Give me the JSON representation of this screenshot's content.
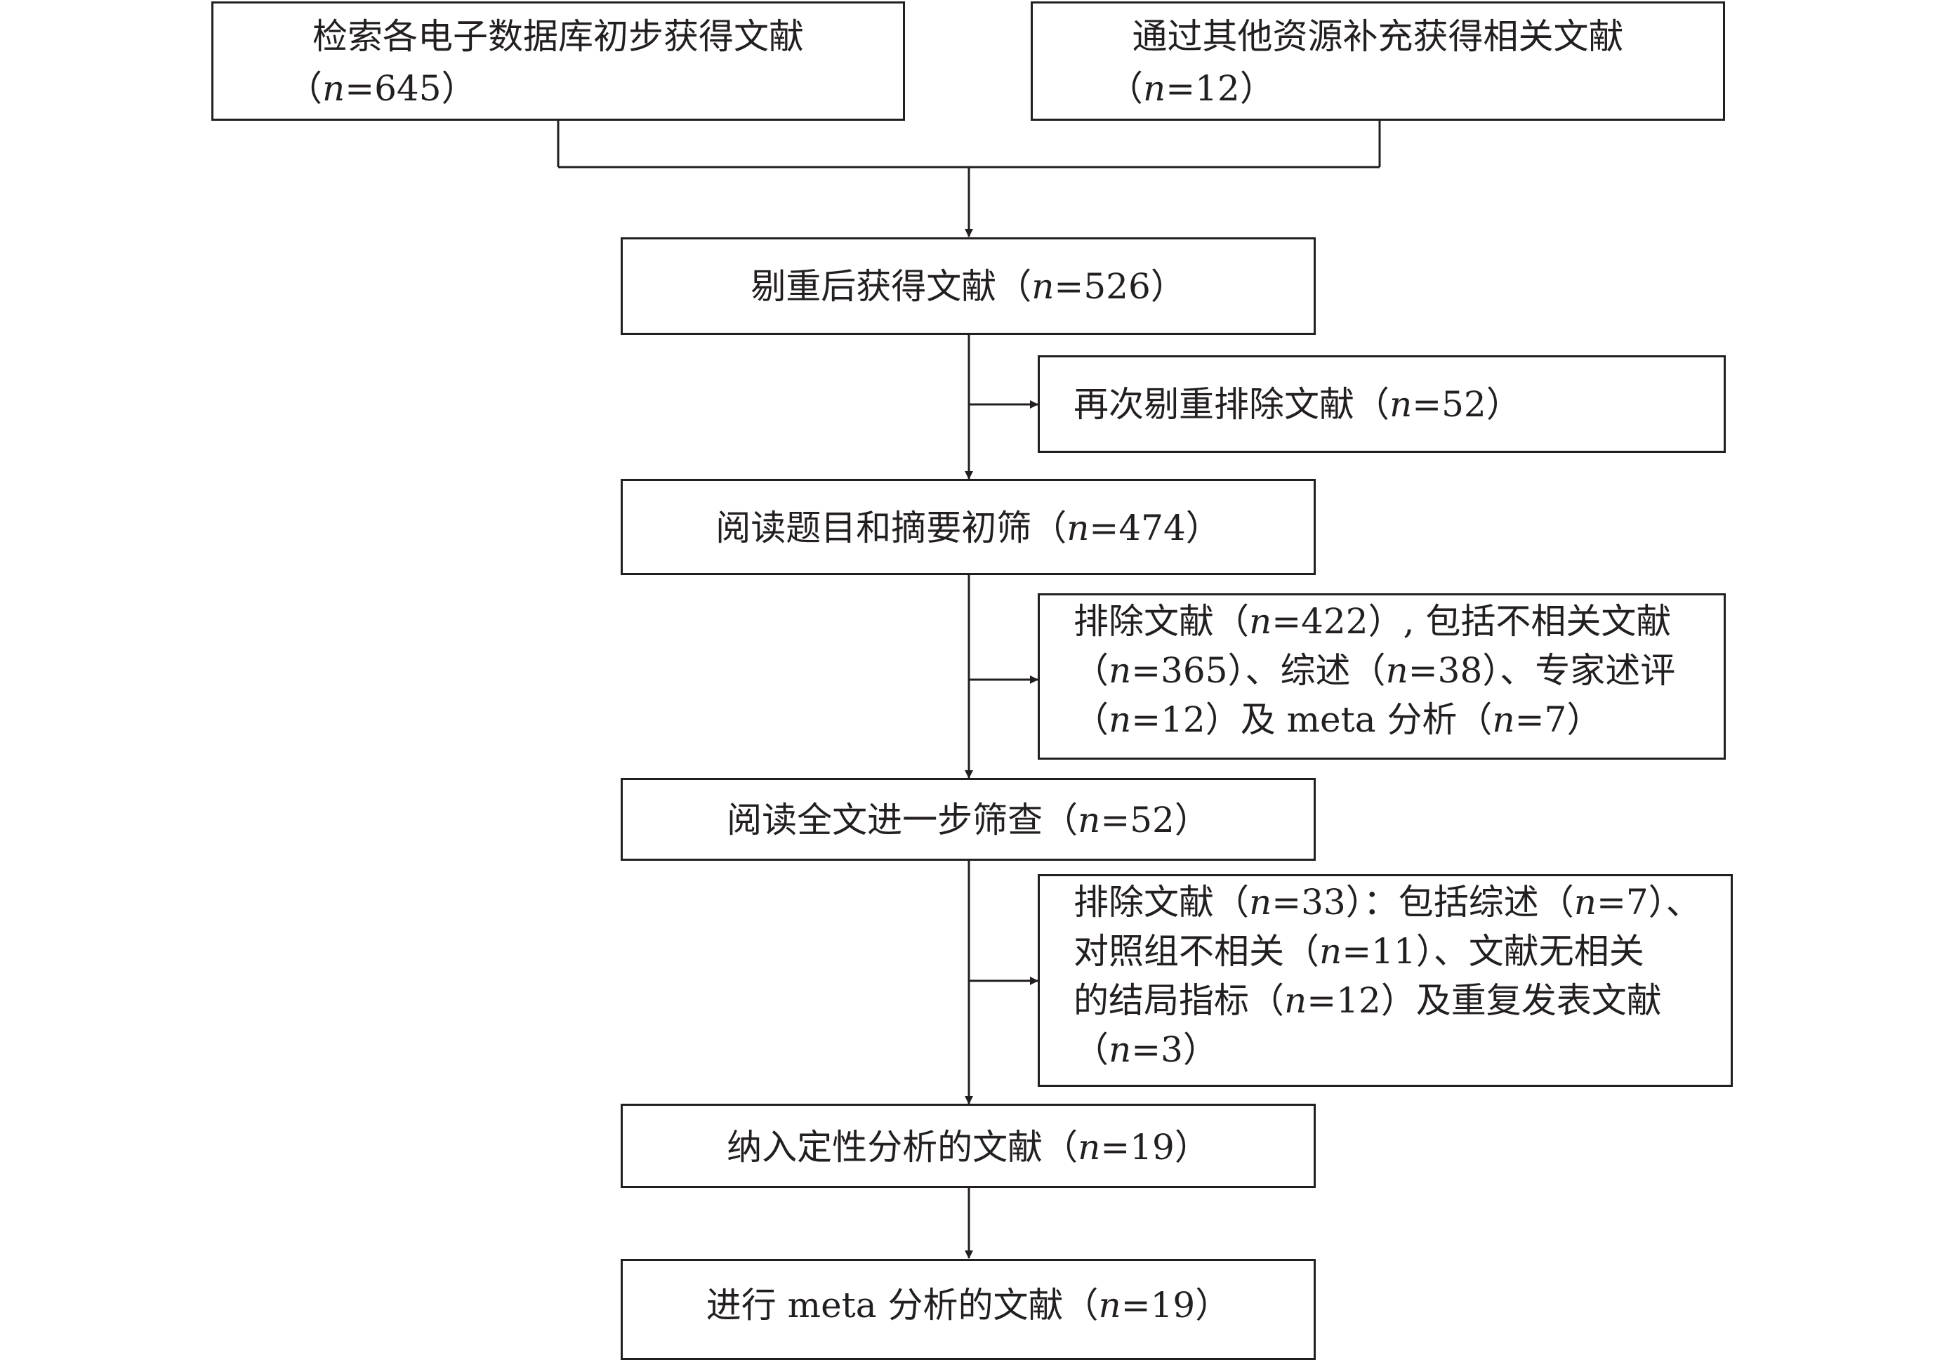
{
  "boxes": {
    "search_db": {
      "lines": [
        [
          "检索各电子数据库初步获得文献",
          ""
        ],
        [
          "（",
          "n",
          "=645）"
        ]
      ]
    },
    "other_sources": {
      "lines": [
        [
          "通过其他资源补充获得相关文献",
          ""
        ],
        [
          "（",
          "n",
          "=12）"
        ]
      ]
    },
    "after_dedup": {
      "lines": [
        [
          "剔重后获得文献（",
          "n",
          "=526）"
        ]
      ]
    },
    "dedup_again": {
      "lines": [
        [
          "再次剔重排除文献（",
          "n",
          "=52）"
        ]
      ]
    },
    "title_abstract": {
      "lines": [
        [
          "阅读题目和摘要初筛（",
          "n",
          "=474）"
        ]
      ]
    },
    "excluded_1": {
      "lines": [
        [
          "排除文献（",
          "n",
          "=422）, 包括不相关文献"
        ],
        [
          "（",
          "n",
          "=365）、综述（"
        ],
        [
          "（",
          "n",
          "=12）及 meta 分析（"
        ]
      ]
    },
    "full_text": {
      "lines": [
        [
          "阅读全文进一步筛查（",
          "n",
          "=52）"
        ]
      ]
    },
    "excluded_2": {
      "lines": [
        [
          "排除文献（",
          "n",
          "=33）：包括综述（"
        ],
        [
          "对照组不相关（",
          "n",
          "=11）、文献无相关"
        ],
        [
          "的结局指标（",
          "n",
          "=12）及重复发表文献"
        ],
        [
          "（",
          "n",
          "=3）"
        ]
      ]
    },
    "qualitative": {
      "lines": [
        [
          "纳入定性分析的文献（",
          "n",
          "=19）"
        ]
      ]
    },
    "meta_analysis": {
      "lines": [
        [
          "进行 meta 分析的文献（",
          "n",
          "=19）"
        ]
      ]
    }
  },
  "extra_segments": {
    "excluded_1_line2": [
      "",
      "n",
      "=38）、专家述评"
    ],
    "excluded_1_line3": [
      "",
      "n",
      "=7）"
    ],
    "excluded_2_line1": [
      "",
      "n",
      "=7）、"
    ]
  }
}
